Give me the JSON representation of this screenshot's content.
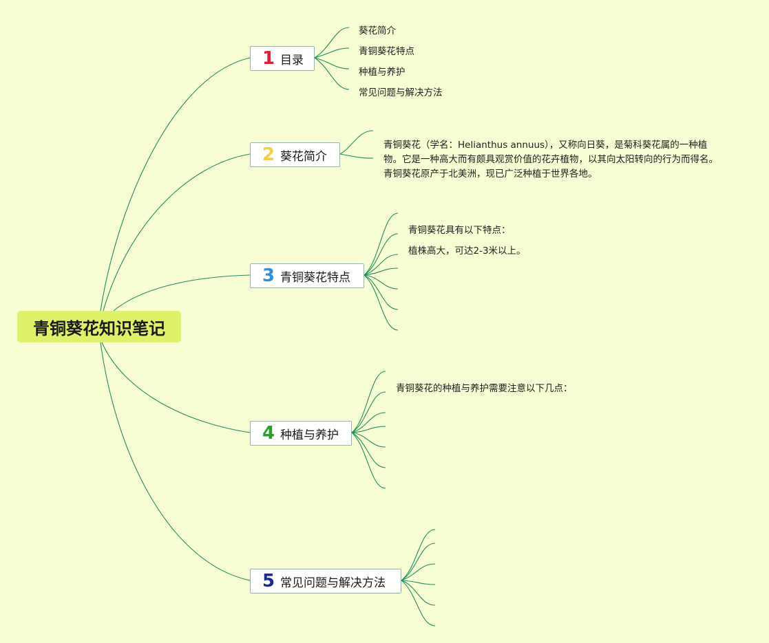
{
  "root": {
    "title": "青铜葵花知识笔记"
  },
  "colors": {
    "background": "#f8fdd3",
    "root_fill": "#dff06b",
    "line": "#1f8f5f",
    "topic_border": "#8fb6b6",
    "num1": "#d6233b",
    "num2": "#f0cf4a",
    "num3": "#2f8fd8",
    "num4": "#2e9b2e",
    "num5": "#1f2a8a"
  },
  "topics": [
    {
      "num": "1",
      "label": "目录",
      "icon": "number-1-icon",
      "children": [
        "葵花简介",
        "青铜葵花特点",
        "种植与养护",
        "常见问题与解决方法"
      ]
    },
    {
      "num": "2",
      "label": "葵花简介",
      "icon": "number-2-icon",
      "children": [
        "青铜葵花（学名：Helianthus annuus），又称向日葵，是菊科葵花属的一种植物。它是一种高大而有颇具观赏价值的花卉植物，以其向太阳转向的行为而得名。青铜葵花原产于北美洲，现已广泛种植于世界各地。"
      ]
    },
    {
      "num": "3",
      "label": "青铜葵花特点",
      "icon": "number-3-icon",
      "children": [
        "青铜葵花具有以下特点：",
        "植株高大，可达2-3米以上。",
        "",
        "",
        "",
        ""
      ]
    },
    {
      "num": "4",
      "label": "种植与养护",
      "icon": "number-4-icon",
      "children": [
        "青铜葵花的种植与养护需要注意以下几点：",
        "",
        "",
        "",
        "",
        ""
      ]
    },
    {
      "num": "5",
      "label": "常见问题与解决方法",
      "icon": "number-5-icon",
      "children": [
        "",
        "",
        "",
        "",
        "",
        ""
      ]
    }
  ]
}
